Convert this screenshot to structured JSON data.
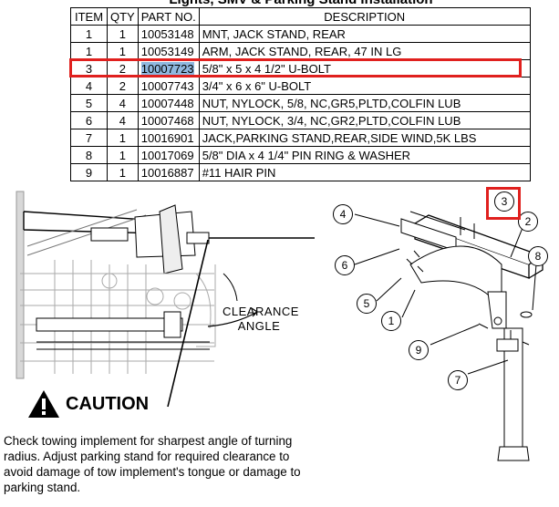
{
  "page_title": "Lights, SMV & Parking Stand Installation",
  "table": {
    "headers": [
      "ITEM",
      "QTY",
      "PART NO.",
      "DESCRIPTION"
    ],
    "rows": [
      [
        "1",
        "1",
        "10053148",
        "MNT, JACK STAND, REAR"
      ],
      [
        "1",
        "1",
        "10053149",
        "ARM, JACK STAND, REAR, 47 IN LG"
      ],
      [
        "3",
        "2",
        "10007723",
        "5/8\" x 5 x 4 1/2\" U-BOLT"
      ],
      [
        "4",
        "2",
        "10007743",
        "3/4\" x 6 x 6\" U-BOLT"
      ],
      [
        "5",
        "4",
        "10007448",
        "NUT, NYLOCK, 5/8, NC,GR5,PLTD,COLFIN LUB"
      ],
      [
        "6",
        "4",
        "10007468",
        "NUT, NYLOCK, 3/4, NC,GR2,PLTD,COLFIN LUB"
      ],
      [
        "7",
        "1",
        "10016901",
        "JACK,PARKING STAND,REAR,SIDE WIND,5K LBS"
      ],
      [
        "8",
        "1",
        "10017069",
        "5/8\" DIA x 4 1/4\" PIN RING & WASHER"
      ],
      [
        "9",
        "1",
        "10016887",
        "#11 HAIR PIN"
      ]
    ],
    "highlighted_row": 2
  },
  "diagram": {
    "clearance_label": "CLEARANCE ANGLE",
    "callouts": [
      "1",
      "2",
      "3",
      "4",
      "5",
      "6",
      "7",
      "8",
      "9"
    ]
  },
  "caution": {
    "heading": "CAUTION",
    "icon": "warning-triangle-icon",
    "text": "Check towing implement for sharpest angle of turning radius. Adjust parking stand for required clearance to avoid damage of tow implement's tongue or damage to parking stand."
  },
  "colors": {
    "highlight_border": "#e0201e",
    "selected_cell": "#8fb8df"
  }
}
